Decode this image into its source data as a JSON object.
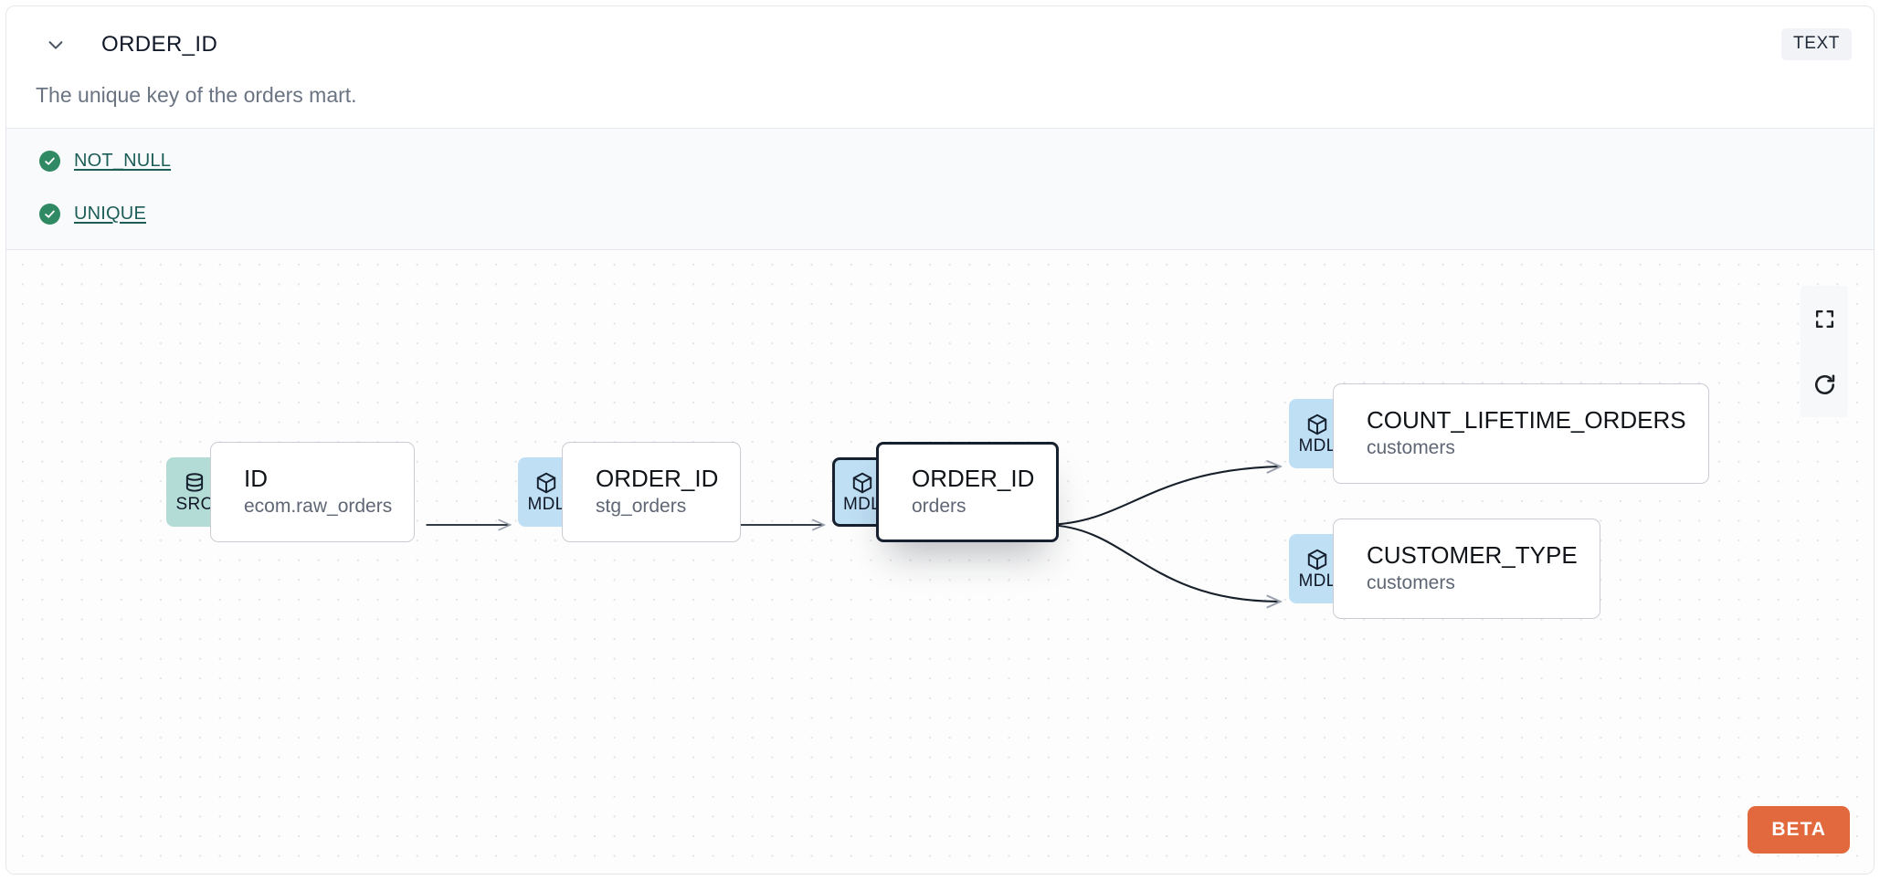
{
  "header": {
    "collapse_icon": "chevron-down-icon",
    "column_name": "ORDER_ID",
    "type_badge": "TEXT",
    "description": "The unique key of the orders mart."
  },
  "tests": [
    {
      "icon": "check-circle-icon",
      "label": "NOT_NULL",
      "status": "passed"
    },
    {
      "icon": "check-circle-icon",
      "label": "UNIQUE",
      "status": "passed"
    }
  ],
  "lineage": {
    "nodes": [
      {
        "id": "src",
        "badge": "SRC",
        "badge_icon": "database-icon",
        "name": "ID",
        "subtitle": "ecom.raw_orders",
        "selected": false
      },
      {
        "id": "stg",
        "badge": "MDL",
        "badge_icon": "cube-icon",
        "name": "ORDER_ID",
        "subtitle": "stg_orders",
        "selected": false
      },
      {
        "id": "ord",
        "badge": "MDL",
        "badge_icon": "cube-icon",
        "name": "ORDER_ID",
        "subtitle": "orders",
        "selected": true
      },
      {
        "id": "clo",
        "badge": "MDL",
        "badge_icon": "cube-icon",
        "name": "COUNT_LIFETIME_ORDERS",
        "subtitle": "customers",
        "selected": false
      },
      {
        "id": "ctype",
        "badge": "MDL",
        "badge_icon": "cube-icon",
        "name": "CUSTOMER_TYPE",
        "subtitle": "customers",
        "selected": false
      }
    ],
    "edges": [
      {
        "from": "src",
        "to": "stg"
      },
      {
        "from": "stg",
        "to": "ord"
      },
      {
        "from": "ord",
        "to": "clo"
      },
      {
        "from": "ord",
        "to": "ctype"
      }
    ],
    "controls": [
      {
        "name": "fit-view-button",
        "icon": "fit-view-icon"
      },
      {
        "name": "reset-button",
        "icon": "refresh-icon"
      }
    ],
    "beta_label": "BETA"
  },
  "colors": {
    "src_badge": "#b3dcd7",
    "mdl_badge": "#bfdff5",
    "test_pass": "#2f8a63",
    "test_link": "#1d5d57",
    "beta": "#e2683d",
    "selected_border": "#16202e"
  }
}
